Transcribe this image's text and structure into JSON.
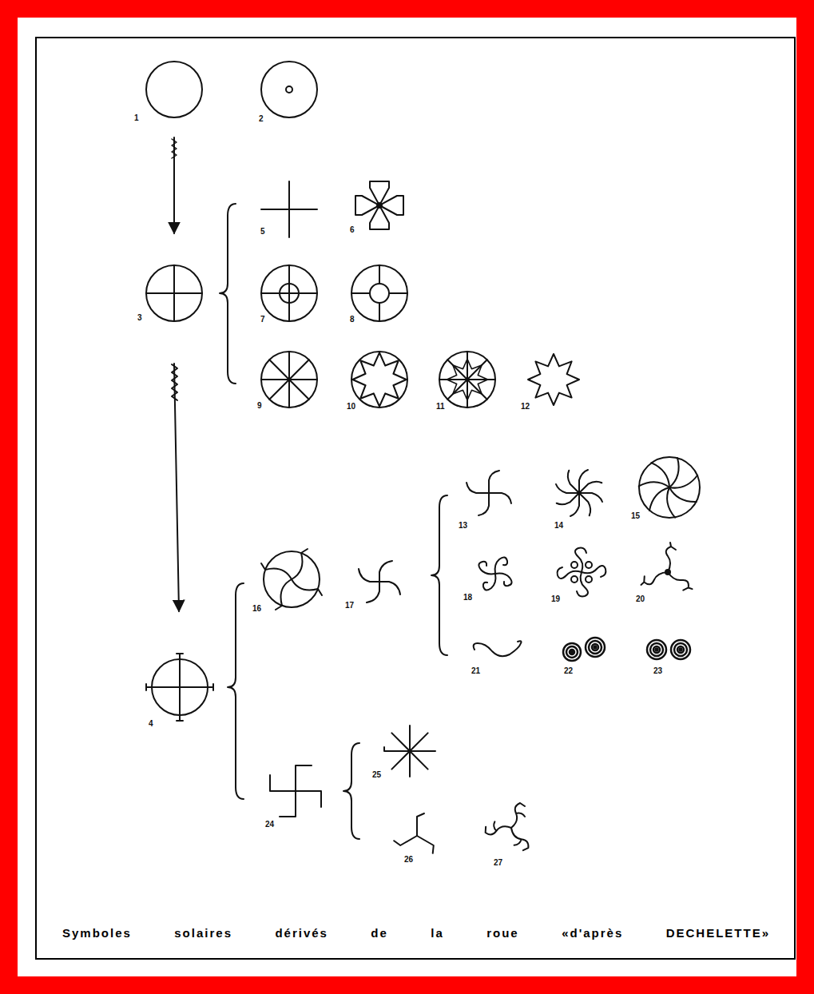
{
  "diagram": {
    "caption": "Symboles solaires dérivés de la roue «d'après DECHELETTE»",
    "labels": [
      "1",
      "2",
      "5",
      "6",
      "3",
      "7",
      "8",
      "9",
      "10",
      "11",
      "12",
      "13",
      "14",
      "15",
      "16",
      "17",
      "18",
      "19",
      "20",
      "21",
      "22",
      "23",
      "4",
      "24",
      "25",
      "26",
      "27"
    ]
  }
}
